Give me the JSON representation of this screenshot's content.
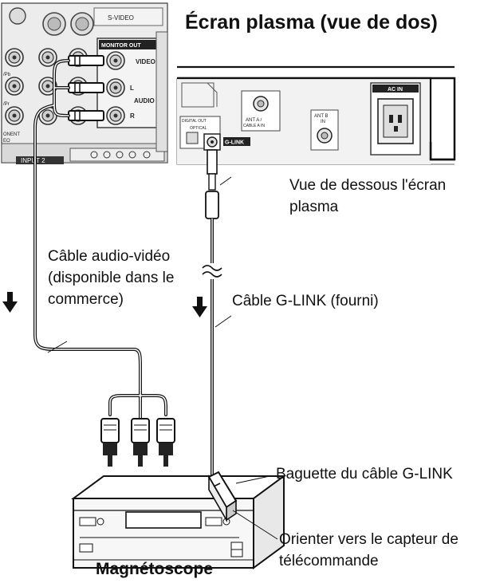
{
  "title": "Écran plasma (vue de dos)",
  "recorder_label": "Magnétoscope",
  "labels": {
    "underside": "Vue de dessous l'écran plasma",
    "av_cable": "Câble audio-vidéo (disponible dans le commerce)",
    "glink_cable": "Câble G-LINK (fourni)",
    "glink_wand": "Baguette du câble G-LINK",
    "orient": "Orienter vers le capteur de télécommande"
  },
  "recorder_panel": {
    "svideo": "S-VIDEO",
    "monitor_out": "MONITOR OUT",
    "video": "VIDEO",
    "l": "L",
    "audio": "AUDIO",
    "r": "R",
    "input2": "INPUT 2",
    "left_frag1": "/Pb",
    "left_frag2": "/Pr",
    "left_frag3": "ONENT",
    "left_frag4": "EO"
  },
  "plasma_panel": {
    "digital_out": "DIGITAL OUT",
    "optical": "OPTICAL",
    "glink": "G-LINK",
    "ant_a": "ANT A /",
    "cable_a": "CABLE A IN",
    "ant_b": "ANT B",
    "in": "IN",
    "ac_in": "AC IN"
  }
}
